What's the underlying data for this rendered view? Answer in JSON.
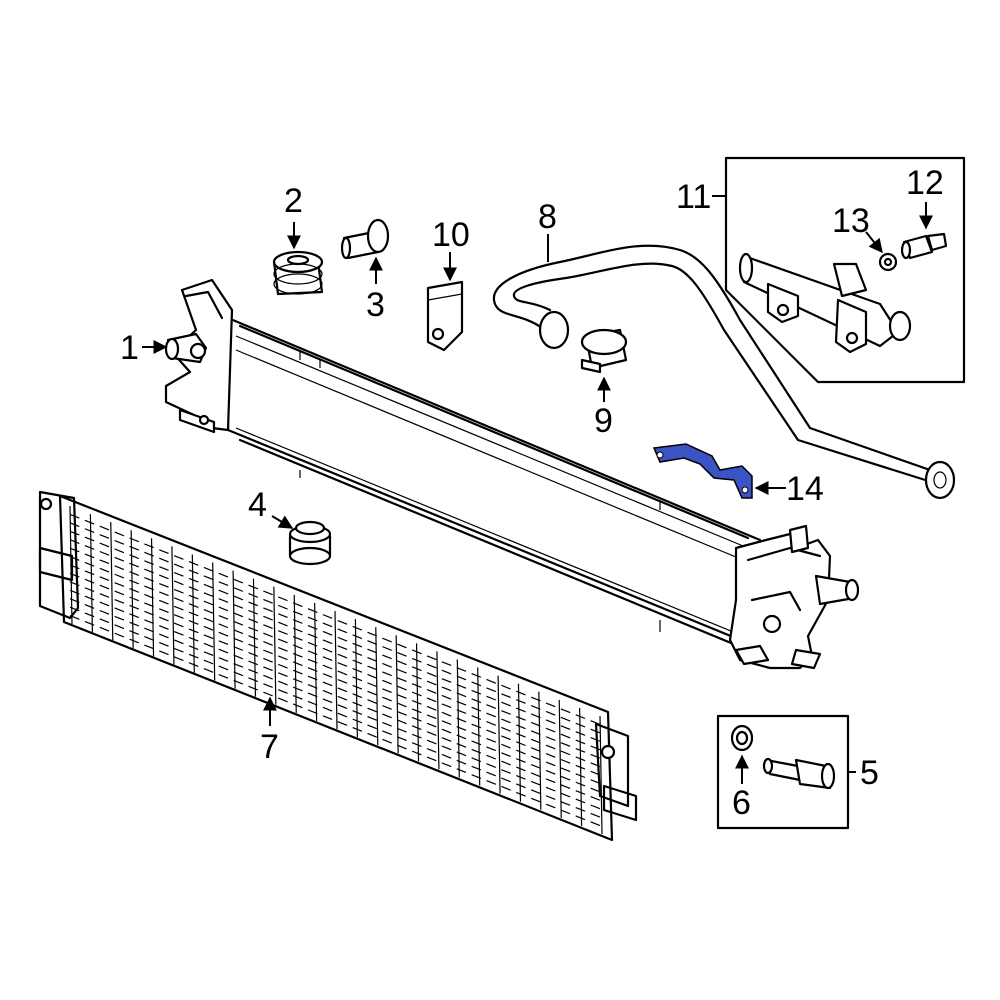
{
  "callouts": {
    "c1": "1",
    "c2": "2",
    "c3": "3",
    "c4": "4",
    "c5": "5",
    "c6": "6",
    "c7": "7",
    "c8": "8",
    "c9": "9",
    "c10": "10",
    "c11": "11",
    "c12": "12",
    "c13": "13",
    "c14": "14"
  },
  "colors": {
    "highlight": "#3a53c5",
    "line": "#000000",
    "background": "#ffffff"
  },
  "highlighted_part": "14"
}
